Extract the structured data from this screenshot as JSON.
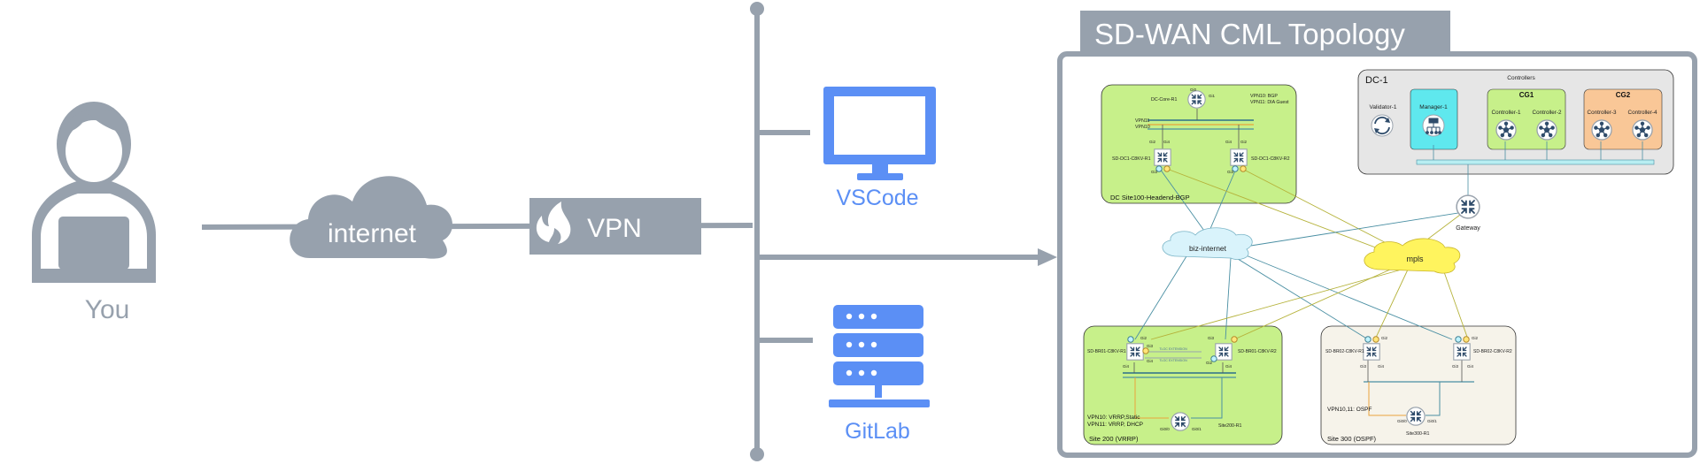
{
  "colors": {
    "gray": "#97a1ad",
    "blue": "#5b8ff5",
    "light_green": "#c7f08a",
    "cream": "#f6f3ea",
    "panel_gray": "#e6e6e6",
    "cyan": "#5fe8ee",
    "orange": "#f9c797",
    "cloud_blue": "#d9f3fb",
    "cloud_yellow": "#fff45e",
    "link_teal": "#4a8fa3",
    "link_olive": "#b5b23a",
    "link_orange": "#e9a33c"
  },
  "left": {
    "user_label": "You",
    "internet_label": "internet",
    "vpn_label": "VPN",
    "vscode_label": "VSCode",
    "gitlab_label": "GitLab"
  },
  "topology": {
    "title": "SD-WAN CML Topology",
    "dc1": {
      "label": "DC-1",
      "controllers_label": "Controllers",
      "validator": "Validator-1",
      "manager": "Manager-1",
      "cg1": "CG1",
      "cg2": "CG2",
      "controller_1": "Controller-1",
      "controller_2": "Controller-2",
      "controller_3": "Controller-3",
      "controller_4": "Controller-4",
      "gateway": "Gateway"
    },
    "dc_site": {
      "label": "DC Site100-Headend-BGP",
      "core": "DC-Core-R1",
      "vpn_note_1": "VPN10: BGP",
      "vpn_note_2": "VPN11: DIA Guest",
      "vpn11": "VPN11",
      "vpn10": "VPN10",
      "r1": "SD-DC1-C8KV-R1",
      "r2": "SD-DC1-C8KV-R2",
      "gi2": "Gi2",
      "gi3": "Gi3",
      "gi4": "Gi4",
      "gi1": "Gi1",
      "gi0": "Gi0"
    },
    "clouds": {
      "biz": "biz-internet",
      "mpls": "mpls"
    },
    "site200": {
      "label": "Site 200 (VRRP)",
      "r1": "SD-BR01-C8KV-R1",
      "r2": "SD-BR01-C8KV-R2",
      "note_1": "VPN10: VRRP,Static",
      "note_2": "VPN11: VRRP, DHCP",
      "router": "Site200-R1",
      "tloc_1": "TLOC EXTENSION",
      "tloc_2": "TLOC EXTENSION",
      "gi2": "Gi2",
      "gi3": "Gi3",
      "gi4": "Gi4",
      "gi0": "Gi0/0",
      "gi1": "Gi0/1"
    },
    "site300": {
      "label": "Site 300 (OSPF)",
      "r1": "SD-BR02-C8KV-R1",
      "r2": "SD-BR02-C8KV-R2",
      "note": "VPN10,11: OSPF",
      "router": "Site300-R1",
      "gi2": "Gi2",
      "gi3": "Gi3",
      "gi4": "Gi4",
      "gi0": "Gi0/0",
      "gi1": "Gi0/1"
    }
  }
}
